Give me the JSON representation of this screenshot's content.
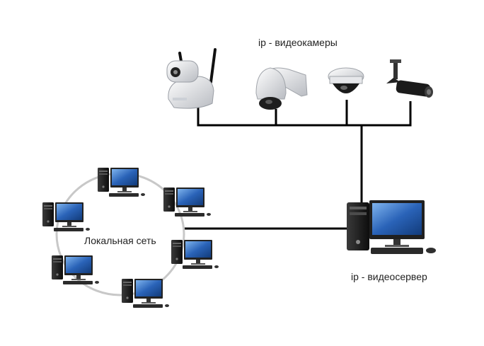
{
  "labels": {
    "cameras": "ip - видеокамеры",
    "lan": "Локальная сеть",
    "server": "ip - видеосервер"
  },
  "colors": {
    "line": "#000000",
    "ring": "#c8c8c8",
    "screen": "#2a63b8",
    "case": "#1c1c1c"
  },
  "icons": {
    "cameras": [
      "ptz-camera-with-antenna-icon",
      "dome-ptz-camera-icon",
      "mini-dome-camera-icon",
      "bullet-camera-icon"
    ],
    "lan_computers": [
      "desktop-computer-icon",
      "desktop-computer-icon",
      "desktop-computer-icon",
      "desktop-computer-icon",
      "desktop-computer-icon",
      "desktop-computer-icon"
    ],
    "server": "desktop-server-icon"
  }
}
